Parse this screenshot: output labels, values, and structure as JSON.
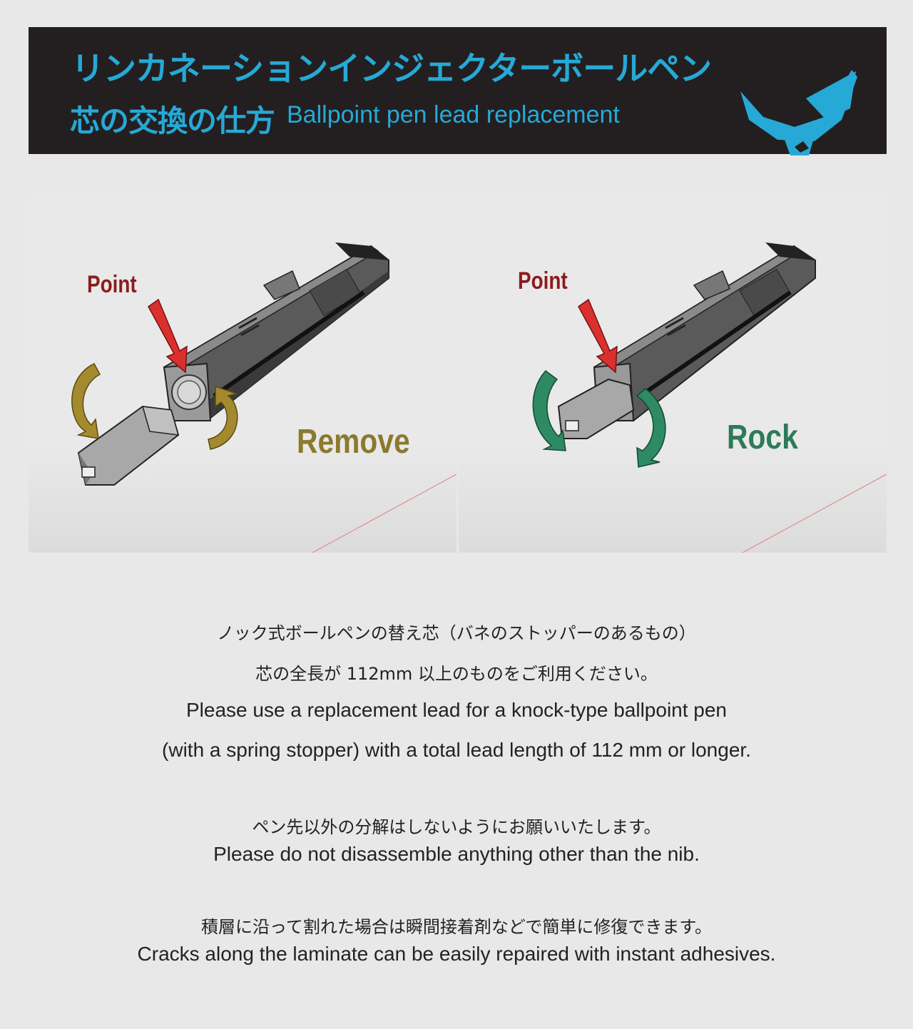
{
  "header": {
    "title_jp": "リンカネーションインジェクターボールペン",
    "subtitle_jp": "芯の交換の仕方",
    "subtitle_en": "Ballpoint pen lead replacement",
    "logo_icon": "shield-chevron-logo",
    "accent_color": "#26a9d6",
    "background_color": "#231f20"
  },
  "panels": [
    {
      "point_label": "Point",
      "action_label": "Remove",
      "action_color": "#8a7a2e",
      "arrow_color": "#a48a2e"
    },
    {
      "point_label": "Point",
      "action_label": "Rock",
      "action_color": "#2e7a5a",
      "arrow_color": "#2e8a62"
    }
  ],
  "instructions": {
    "line1_jp": "ノック式ボールペンの替え芯（バネのストッパーのあるもの）",
    "line2_jp": "芯の全長が 112mm 以上のものをご利用ください。",
    "line1_en": "Please use a replacement lead for a knock-type ballpoint pen",
    "line2_en": "(with a spring stopper) with a total lead length of 112 mm or longer.",
    "note1_jp": "ペン先以外の分解はしないようにお願いいたします。",
    "note1_en": "Please do not disassemble anything other than the nib.",
    "note2_jp": "積層に沿って割れた場合は瞬間接着剤などで簡単に修復できます。",
    "note2_en": "Cracks along the laminate can be easily repaired with instant adhesives."
  }
}
